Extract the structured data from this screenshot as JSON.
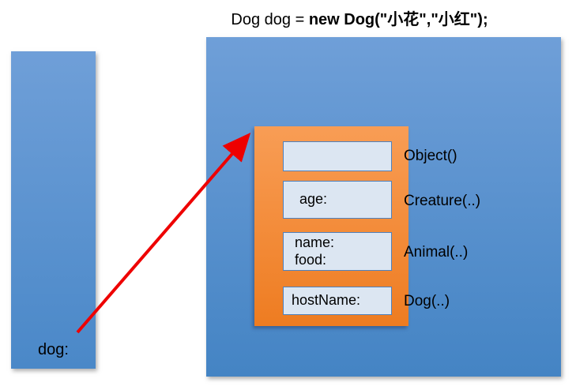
{
  "title": {
    "prefix": "Dog dog = ",
    "code_bold": "new Dog(\"小花\",\"小红\");"
  },
  "stack": {
    "variable_label": "dog:"
  },
  "heap": {
    "object_layers": [
      {
        "fields": [],
        "constructor_label": "Object()"
      },
      {
        "fields": [
          "age:"
        ],
        "constructor_label": "Creature(..)"
      },
      {
        "fields": [
          "name:",
          "food:"
        ],
        "constructor_label": "Animal(..)"
      },
      {
        "fields": [
          "hostName:"
        ],
        "constructor_label": "Dog(..)"
      }
    ]
  },
  "colors": {
    "box_blue_top": "#6f9fd8",
    "box_blue_bottom": "#4484c4",
    "object_orange_top": "#f89d55",
    "object_orange_bottom": "#ee7c21",
    "slot_fill": "#dce6f2",
    "slot_border": "#4f81bd",
    "arrow_red": "#ee0000"
  }
}
